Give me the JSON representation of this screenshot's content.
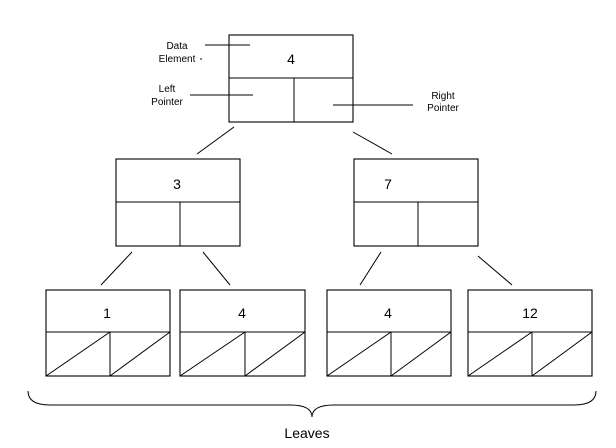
{
  "annotations": {
    "data_element": [
      "Data",
      "Element"
    ],
    "left_pointer": [
      "Left",
      "Pointer"
    ],
    "right_pointer": [
      "Right",
      "Pointer"
    ],
    "leaves": "Leaves"
  },
  "nodes": {
    "root": "4",
    "left_child": "3",
    "right_child": "7",
    "leaf_1": "1",
    "leaf_2": "4",
    "leaf_3": "4",
    "leaf_4": "12"
  }
}
